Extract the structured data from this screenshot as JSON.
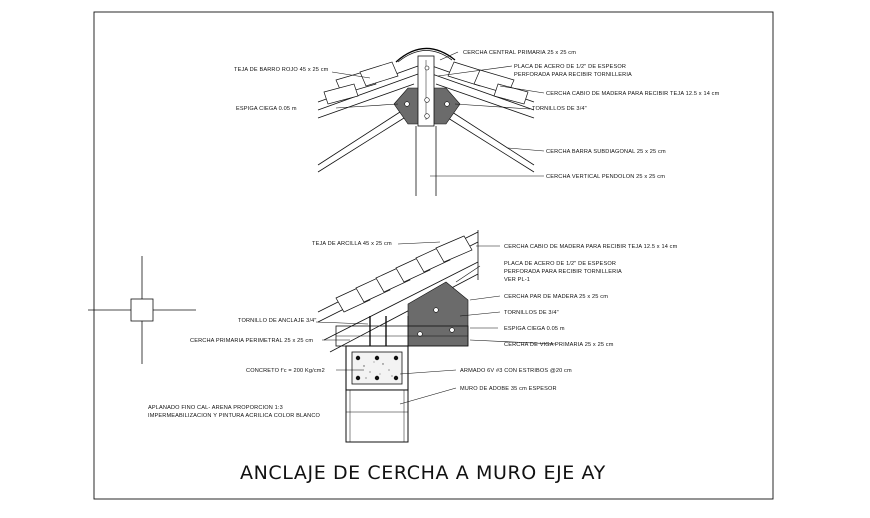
{
  "title": "ANCLAJE DE CERCHA A MURO  EJE AY",
  "top_detail": {
    "labels": [
      "CERCHA CENTRAL PRIMARIA  25 x 25 cm",
      "PLACA DE ACERO DE 1/2\" DE ESPESOR",
      "PERFORADA PARA RECIBIR TORNILLERIA",
      "TEJA DE BARRO ROJO 45 x 25 cm",
      "CERCHA CABIO  DE MADERA PARA RECIBIR TEJA 12.5  x 14 cm",
      "ESPIGA CIEGA 0.05 m",
      "TORNILLOS DE 3/4\"",
      "CERCHA BARRA SUBDIAGONAL  25 x 25 cm",
      "CERCHA VERTICAL PENDOLON  25 x 25 cm"
    ]
  },
  "bottom_detail": {
    "labels": [
      "TEJA DE ARCILLA  45 x 25 cm",
      "CERCHA CABIO  DE MADERA PARA RECIBIR TEJA 12.5 x 14 cm",
      "PLACA DE ACERO DE 1/2\" DE ESPESOR",
      "PERFORADA PARA RECIBIR TORNILLERIA",
      "VER  PL-1",
      "CERCHA  PAR  DE MADERA 25 x 25 cm",
      "TORNILLOS DE 3/4\"",
      "TORNILLO DE ANCLAJE 3/4\"",
      "ESPIGA CIEGA  0.05 m",
      "CERCHA PRIMARIA PERIMETRAL 25 x 25 cm",
      "CERCHA  DE VIGA PRIMARIA  25 x 25 cm",
      "CONCRETO f'c = 200 Kg/cm2",
      "ARMADO 6V #3  CON ESTRIBOS @20 cm",
      "MURO DE ADOBE  35 cm ESPESOR",
      "APLANADO FINO CAL- ARENA PROPORCION 1:3",
      "IMPERMEABILIZACION Y PINTURA ACRILICA COLOR BLANCO"
    ]
  }
}
